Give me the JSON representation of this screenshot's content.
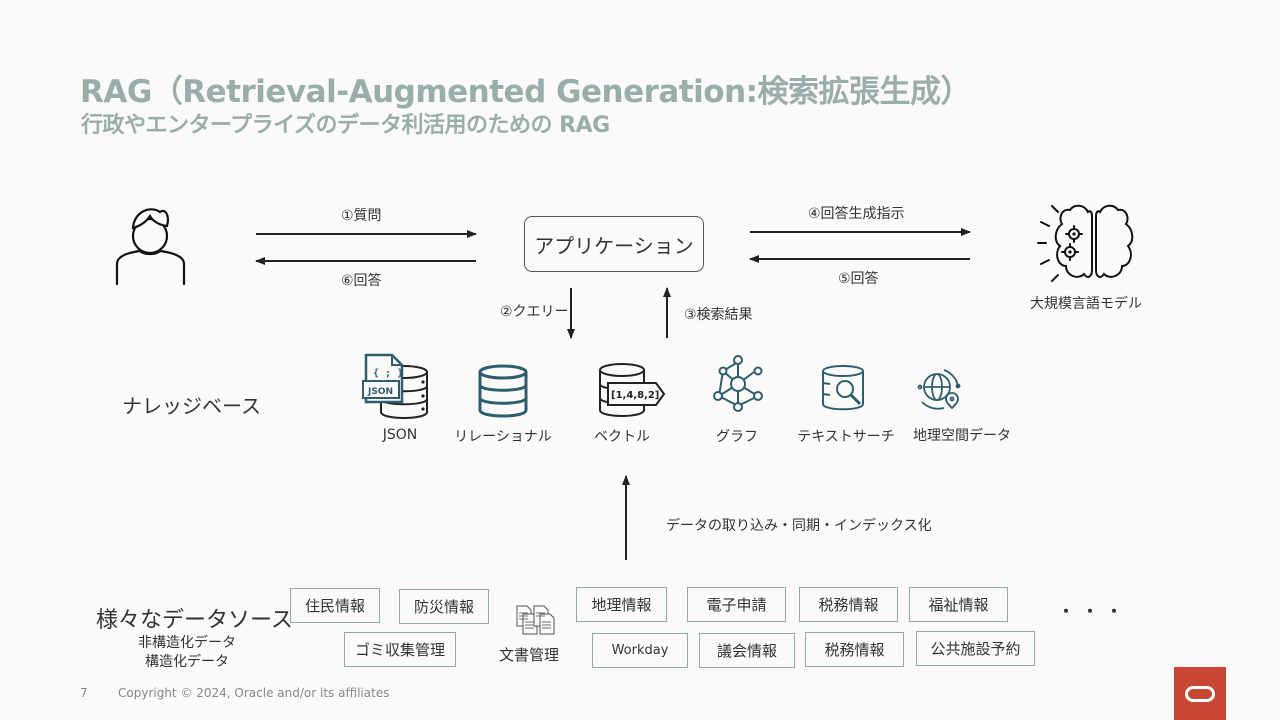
{
  "header": {
    "title": "RAG（Retrieval-Augmented Generation:検索拡張生成）",
    "subtitle": "行政やエンタープライズのデータ利活用のための RAG"
  },
  "flow": {
    "step1": "①質問",
    "step2": "②クエリー",
    "step3": "③検索結果",
    "step4": "④回答生成指示",
    "step5": "⑤回答",
    "step6": "⑥回答",
    "application": "アプリケーション",
    "llm_label": "大規模言語モデル",
    "ingest": "データの取り込み・同期・インデックス化"
  },
  "knowledge_base": {
    "label": "ナレッジベース",
    "items": [
      {
        "label": "JSON",
        "icon": "json-database-icon"
      },
      {
        "label": "リレーショナル",
        "icon": "relational-database-icon"
      },
      {
        "label": "ベクトル",
        "icon": "vector-database-icon",
        "vector_text": "[1,4,8,2]"
      },
      {
        "label": "グラフ",
        "icon": "graph-icon"
      },
      {
        "label": "テキストサーチ",
        "icon": "text-search-icon"
      },
      {
        "label": "地理空間データ",
        "icon": "geospatial-icon"
      }
    ],
    "json_badge": "JSON",
    "json_braces": "{ ; }"
  },
  "sources": {
    "title": "様々なデータソース",
    "sub1": "非構造化データ",
    "sub2": "構造化データ",
    "doc_label": "文書管理",
    "row1": [
      "住民情報",
      "防災情報",
      "地理情報",
      "電子申請",
      "税務情報",
      "福祉情報"
    ],
    "row2": [
      "ゴミ収集管理",
      "Workday",
      "議会情報",
      "税務情報",
      "公共施設予約"
    ],
    "ellipsis": "・・・"
  },
  "footer": {
    "page": "7",
    "copyright": "Copyright © 2024, Oracle and/or its affiliates"
  },
  "colors": {
    "title": "#99aeab",
    "icon_teal": "#2e5e6e",
    "chip_border": "#8fa9ad",
    "oracle_red": "#c74634"
  }
}
